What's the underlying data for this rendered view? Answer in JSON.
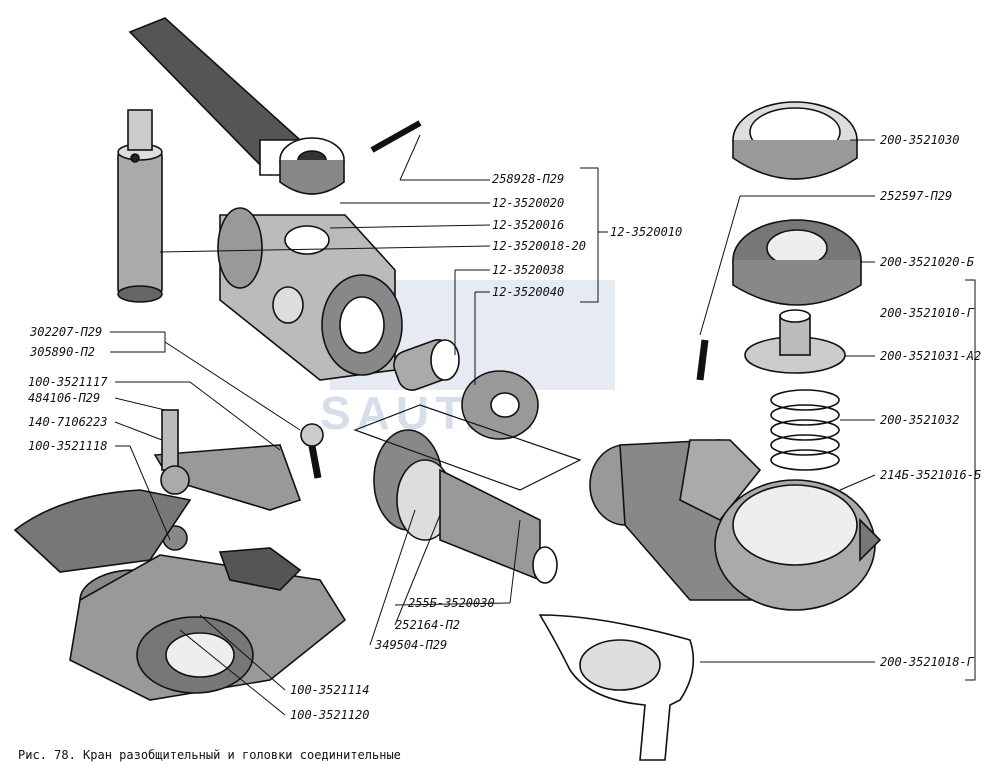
{
  "caption": "Рис. 78. Кран разобщительный и головки соединительные",
  "watermark": "SAUTAL",
  "labels": {
    "p258928": "258928-П29",
    "p12_3520020": "12-3520020",
    "p12_3520016": "12-3520016",
    "p12_3520018": "12-3520018-20",
    "p12_3520038": "12-3520038",
    "p12_3520040": "12-3520040",
    "p12_3520010": "12-3520010",
    "p302207": "302207-П29",
    "p305890": "305890-П2",
    "p100_3521117": "100-3521117",
    "p484106": "484106-П29",
    "p140_7106223": "140-7106223",
    "p100_3521118": "100-3521118",
    "p100_3521114": "100-3521114",
    "p100_3521120": "100-3521120",
    "p255b": "255Б-3520030",
    "p252164": "252164-П2",
    "p349504": "349504-П29",
    "p200_3521030": "200-3521030",
    "p252597": "252597-П29",
    "p200_3521020": "200-3521020-Б",
    "p200_3521010": "200-3521010-Г",
    "p200_3521031": "200-3521031-А2",
    "p200_3521032": "200-3521032",
    "p214b": "214Б-3521016-Б",
    "p200_3521018": "200-3521018-Г"
  }
}
